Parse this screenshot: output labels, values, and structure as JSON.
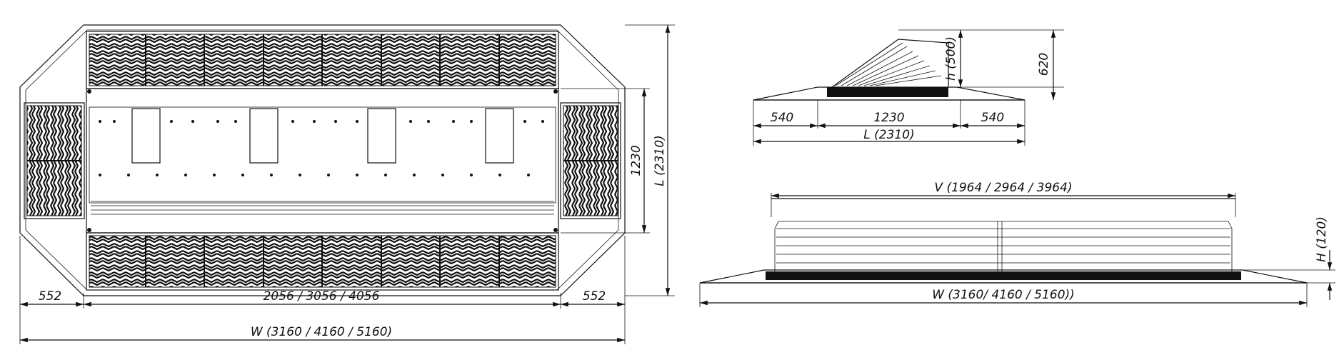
{
  "plan_view": {
    "dims": {
      "left_offset": "552",
      "inner_length": "2056 / 3056  / 4056",
      "right_offset": "552",
      "overall_width": "W (3160 / 4160 / 5160)",
      "inner_height": "1230",
      "overall_length": "L (2310)"
    }
  },
  "side_view": {
    "dims": {
      "left_ramp": "540",
      "center": "1230",
      "right_ramp": "540",
      "overall_length": "L (2310)",
      "height_h": "h (500)",
      "height_total": "620"
    }
  },
  "front_view": {
    "dims": {
      "v_width": "V (1964 / 2964 / 3964)",
      "w_width": "W (3160/ 4160 / 5160))",
      "h_height": "H (120)"
    }
  },
  "colors": {
    "line": "#111111",
    "background": "#ffffff"
  }
}
